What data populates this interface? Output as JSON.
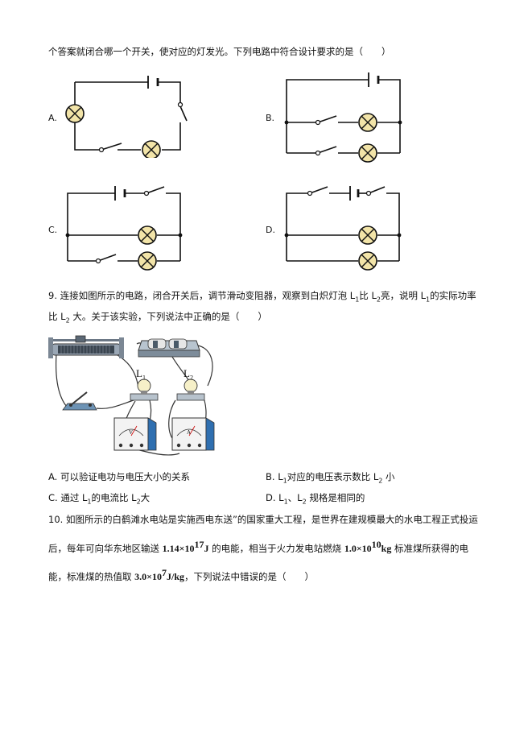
{
  "q8": {
    "stem_tail": "个答案就闭合哪一个开关，使对应的灯发光。下列电路中符合设计要求的是（　　）",
    "opt_a": "A.",
    "opt_b": "B.",
    "opt_c": "C.",
    "opt_d": "D."
  },
  "q9": {
    "line1_a": "9. 连接如图所示的电路，闭合开关后，调节滑动变阻器，观察到白炽灯泡",
    "L": "L",
    "s1": "1",
    "s2": "2",
    "bi": "比",
    "line1_b": "亮，说明",
    "line1_c": "的实际功率",
    "line2_a": "比",
    "line2_b": "大。关于该实验，下列说法中正确的是（　　）",
    "meter_v": "V",
    "meter_a": "A",
    "choiceA": "A. 可以验证电功与电压大小的关系",
    "choiceB_a": "B. L",
    "choiceB_b": "对应的电压表示数比 L",
    "choiceB_c": "小",
    "choiceC_a": "C. 通过 L",
    "choiceC_b": "的电流比 L",
    "choiceC_c": "大",
    "choiceD_a": "D. L",
    "choiceD_b": "、L",
    "choiceD_c": "规格是相同的"
  },
  "q10": {
    "line1": "10. 如图所示的白鹤滩水电站是实施西电东送”的国家重大工程，是世界在建规模最大的水电工程正式投运",
    "line2_a": "后，每年可向华东地区输送",
    "energy": "1.14×10",
    "energy_exp": "17",
    "energy_unit": "J",
    "line2_b": "的电能，相当于火力发电站燃烧",
    "mass": "1.0×10",
    "mass_exp": "10",
    "mass_unit": "kg",
    "line2_c": "标准煤所获得的电",
    "line3_a": "能，标准煤的热值取",
    "heat": "3.0×10",
    "heat_exp": "7",
    "heat_unit": "J/kg",
    "line3_b": "，下列说法中错误的是（　　）"
  }
}
